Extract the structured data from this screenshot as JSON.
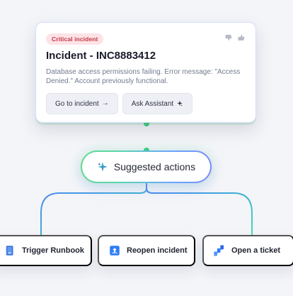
{
  "incident": {
    "badge": "Critical incident",
    "title": "Incident - INC8883412",
    "description": "Database access permissions failing. Error message: \"Access Denied.\" Account previously functional.",
    "actions": {
      "go_to_incident": "Go to incident",
      "ask_assistant": "Ask Assistant"
    },
    "icons": {
      "thumbs_down": "thumbs-down-icon",
      "thumbs_up": "thumbs-up-icon",
      "arrow": "arrow-right-icon",
      "spark": "sparkle-icon"
    }
  },
  "suggested": {
    "label": "Suggested actions",
    "icon": "sparkle-icon"
  },
  "actions": [
    {
      "label": "Trigger Runbook",
      "icon": "book-icon",
      "color": "#3b74d8"
    },
    {
      "label": "Reopen incident",
      "icon": "upload-icon",
      "color": "#2f7cf6"
    },
    {
      "label": "Open a ticket",
      "icon": "jira-icon",
      "color": "#2164e8"
    }
  ],
  "colors": {
    "background": "#f4f5f8",
    "card_border": "#d4dcff",
    "critical_badge": "#fde3e6",
    "critical_text": "#c33848",
    "connector_green": "#2fd07e",
    "connector_blue": "#5e86f4"
  }
}
